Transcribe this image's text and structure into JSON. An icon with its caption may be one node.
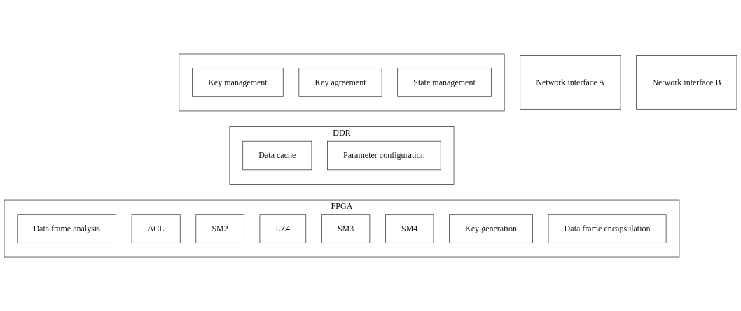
{
  "diagram": {
    "nodes": [
      {
        "text": [
          "Network interface A"
        ]
      },
      {
        "text": [],
        "shape": "box"
      },
      {
        "text": [
          "Key management"
        ],
        "in": 1
      },
      {
        "text": [
          "Key agreement"
        ],
        "in": 1
      },
      {
        "text": [
          "State management"
        ],
        "in": 1
      },
      {
        "text": [
          "DDR"
        ]
      },
      {
        "text": [
          "Data cache"
        ],
        "in": 5
      },
      {
        "text": [
          "Parameter configuration"
        ],
        "in": 5
      },
      {
        "text": [
          "FPGA"
        ]
      },
      {
        "text": [
          "Data frame analysis"
        ],
        "in": 8
      },
      {
        "text": [
          "ACL"
        ],
        "in": 8
      },
      {
        "text": [
          "SM2"
        ],
        "in": 8
      },
      {
        "text": [
          "LZ4"
        ],
        "in": 8
      },
      {
        "text": [
          "SM3"
        ],
        "in": 8
      },
      {
        "text": [
          "SM4"
        ],
        "in": 8
      },
      {
        "text": [
          "Key generation"
        ],
        "in": 8
      },
      {
        "text": [
          "Data frame encapsulation"
        ],
        "in": 8
      },
      {
        "text": [
          "Network interface B"
        ]
      }
    ]
  }
}
